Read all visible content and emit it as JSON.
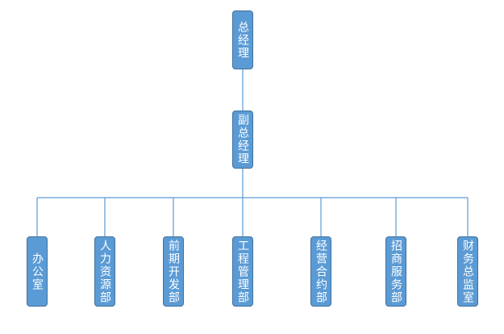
{
  "org_chart": {
    "root": {
      "label": "总经理"
    },
    "deputy": {
      "label": "副总经理"
    },
    "departments": [
      {
        "label": "办公室"
      },
      {
        "label": "人力资源部"
      },
      {
        "label": "前期开发部"
      },
      {
        "label": "工程管理部"
      },
      {
        "label": "经营合约部"
      },
      {
        "label": "招商服务部"
      },
      {
        "label": "财务总监室"
      }
    ]
  },
  "colors": {
    "node_fill": "#5b9bd5",
    "node_border": "#41719c",
    "connector": "#5b9bd5",
    "text": "#ffffff"
  }
}
